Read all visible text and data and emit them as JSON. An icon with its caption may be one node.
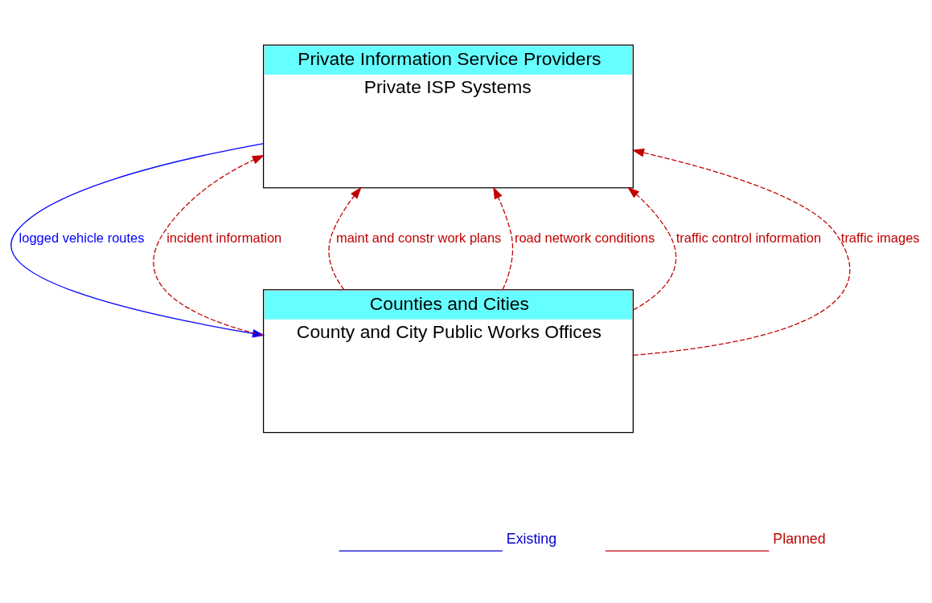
{
  "diagram": {
    "nodes": [
      {
        "text": [
          "Private Information Service Providers",
          "Private ISP Systems"
        ]
      },
      {
        "text": [
          "Counties and Cities",
          "County and City Public Works Offices"
        ]
      }
    ],
    "edges": [
      {
        "from": 1,
        "to": 0,
        "arrow": "to",
        "label": "incident information",
        "style": "dashed"
      },
      {
        "from": 1,
        "to": 0,
        "arrow": "to",
        "label": "maint and constr work plans",
        "style": "dashed"
      },
      {
        "from": 1,
        "to": 0,
        "arrow": "to",
        "label": "road network conditions",
        "style": "dashed"
      },
      {
        "from": 1,
        "to": 0,
        "arrow": "to",
        "label": "traffic control information",
        "style": "dashed"
      },
      {
        "from": 1,
        "to": 0,
        "arrow": "to",
        "label": "traffic images",
        "style": "dashed"
      },
      {
        "from": 0,
        "to": 1,
        "arrow": "to",
        "label": "logged vehicle routes",
        "color": "#0000ff"
      }
    ],
    "legend": [
      {
        "text": "Existing"
      },
      {
        "text": "Planned"
      }
    ]
  }
}
